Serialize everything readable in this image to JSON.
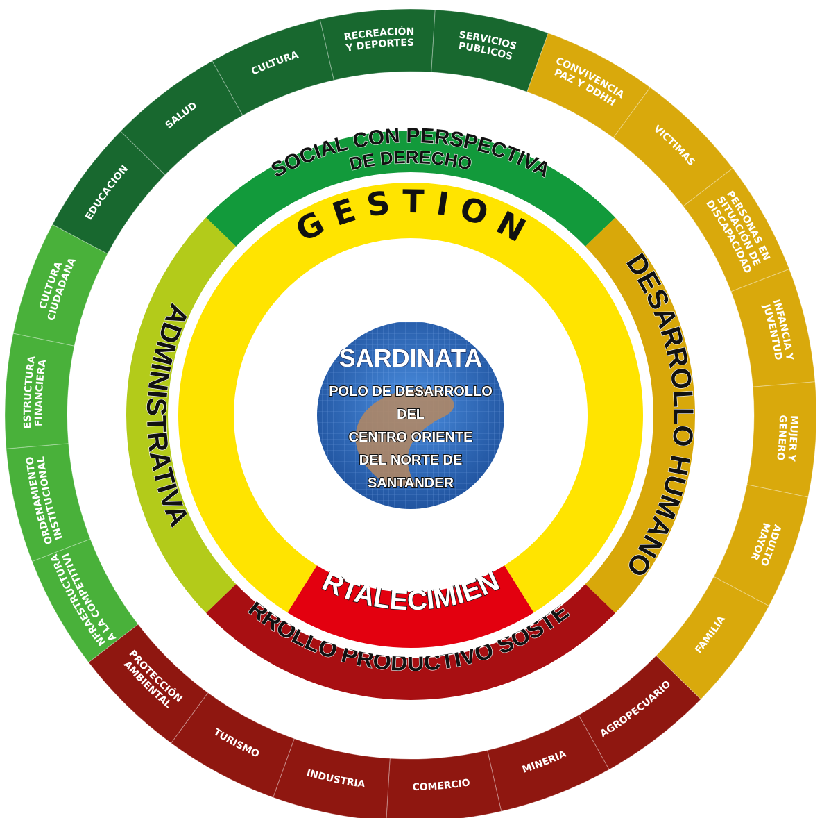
{
  "center": {
    "title": "SARDINATA",
    "subtitle_lines": [
      "POLO DE DESARROLLO",
      "DEL",
      "CENTRO ORIENTE",
      "DEL NORTE DE",
      "SANTANDER"
    ]
  },
  "inner_ring": {
    "gestion_label": "G E S T I O N",
    "fortalecimiento_label": "FORTALECIMIENTO",
    "colors": {
      "gestion": "#ffe400",
      "fortalecimiento": "#e3000f"
    }
  },
  "middle_ring": {
    "labels": {
      "social": [
        "SOCIAL CON PERSPECTIVA",
        "DE DERECHO"
      ],
      "desarrollo_humano": "DESARROLLO HUMANO",
      "desarrollo_productivo": "DESARROLLO PRODUCTIVO SOSTENIBLE",
      "administrativa": "ADMINISTRATIVA"
    },
    "colors": {
      "social": "#129a3b",
      "desarrollo_humano": "#d8a80a",
      "desarrollo_productivo": "#a80f12",
      "administrativa": "#b3cb1a"
    }
  },
  "outer_ring": {
    "colors": {
      "dark_green": "#18682f",
      "light_green": "#49b13a",
      "gold": "#d9a90c",
      "dark_red": "#8f1710"
    },
    "segments": [
      {
        "lines": [
          "EDUCACIÓN"
        ],
        "color": "dark_green"
      },
      {
        "lines": [
          "SALUD"
        ],
        "color": "dark_green"
      },
      {
        "lines": [
          "CULTURA"
        ],
        "color": "dark_green"
      },
      {
        "lines": [
          "RECREACIÓN",
          "Y DEPORTES"
        ],
        "color": "dark_green"
      },
      {
        "lines": [
          "SERVICIOS",
          "PUBLICOS"
        ],
        "color": "dark_green"
      },
      {
        "lines": [
          "CONVIVENCIA",
          "PAZ Y DDHH"
        ],
        "color": "gold"
      },
      {
        "lines": [
          "VICTIMAS"
        ],
        "color": "gold"
      },
      {
        "lines": [
          "PERSONAS EN",
          "SITUACIÓN DE",
          "DISCAPACIDAD"
        ],
        "color": "gold"
      },
      {
        "lines": [
          "INFANCIA Y",
          "JUVENTUD"
        ],
        "color": "gold"
      },
      {
        "lines": [
          "MUJER Y",
          "GENERO"
        ],
        "color": "gold"
      },
      {
        "lines": [
          "ADULTO",
          "MAYOR"
        ],
        "color": "gold"
      },
      {
        "lines": [
          "FAMILIA"
        ],
        "color": "gold"
      },
      {
        "lines": [
          "AGROPECUARIO"
        ],
        "color": "dark_red"
      },
      {
        "lines": [
          "MINERIA"
        ],
        "color": "dark_red"
      },
      {
        "lines": [
          "COMERCIO"
        ],
        "color": "dark_red"
      },
      {
        "lines": [
          "INDUSTRIA"
        ],
        "color": "dark_red"
      },
      {
        "lines": [
          "TURISMO"
        ],
        "color": "dark_red"
      },
      {
        "lines": [
          "PROTECCIÓN",
          "AMBIENTAL"
        ],
        "color": "dark_red"
      },
      {
        "lines": [
          "INFRAESTRUCTURA",
          "PARA LA COMPETITIVIDAD"
        ],
        "color": "light_green"
      },
      {
        "lines": [
          "ORDENAMIENTO",
          "INSTITUCIONAL"
        ],
        "color": "light_green"
      },
      {
        "lines": [
          "ESTRUCTURA",
          "FINANCIERA"
        ],
        "color": "light_green"
      },
      {
        "lines": [
          "CULTURA",
          "CIUDADANA"
        ],
        "color": "light_green"
      }
    ]
  },
  "logo": {
    "colors": {
      "globe": "#2f6fc0",
      "swoosh": "#b5875f"
    }
  }
}
